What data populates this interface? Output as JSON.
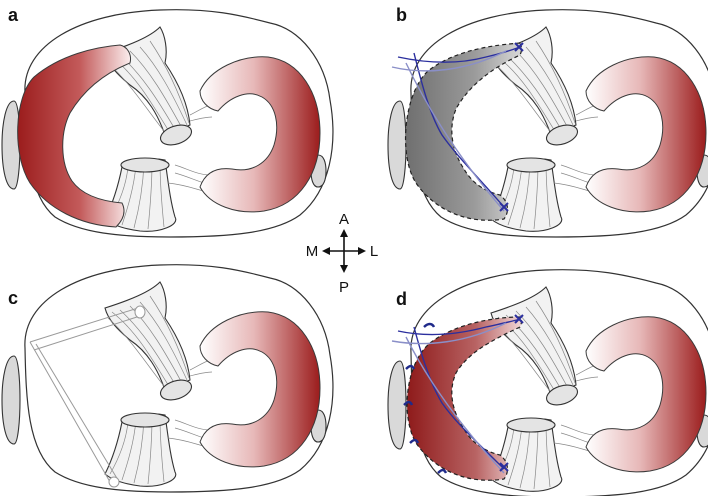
{
  "panels": [
    {
      "id": "a",
      "label": "a"
    },
    {
      "id": "b",
      "label": "b"
    },
    {
      "id": "c",
      "label": "c"
    },
    {
      "id": "d",
      "label": "d"
    }
  ],
  "orientation": {
    "anterior": "A",
    "posterior": "P",
    "medial": "M",
    "lateral": "L"
  },
  "colors": {
    "meniscus_red": "#9b1c1c",
    "meniscus_light": "#ffffff",
    "graft_gray": "#7a7a7a",
    "suture_blue": "#2b2f9e",
    "outline": "#333333"
  }
}
